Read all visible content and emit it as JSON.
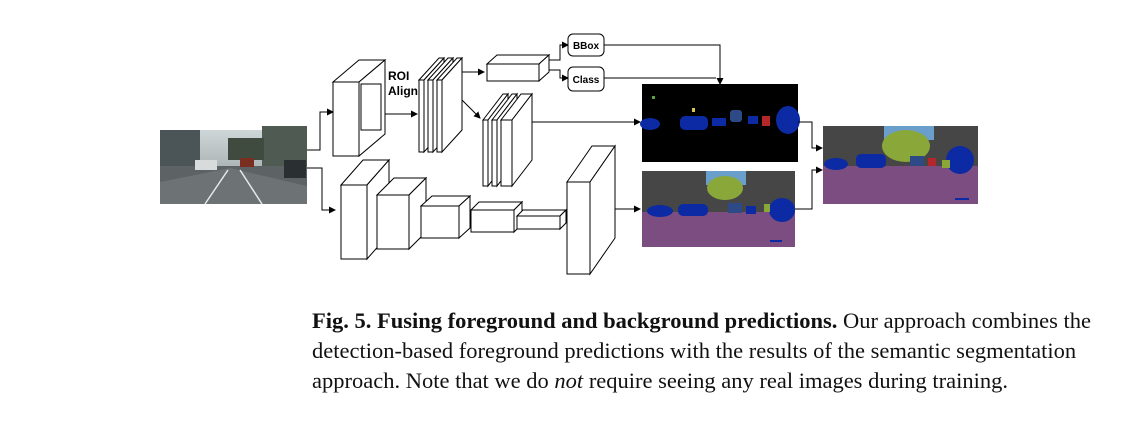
{
  "figure": {
    "labels": {
      "roi_line1": "ROI",
      "roi_line2": "Align",
      "bbox": "BBox",
      "class": "Class"
    }
  },
  "caption": {
    "fig_label": "Fig. 5.",
    "title": "Fusing foreground and background predictions.",
    "text_part1": "Our approach combines the detection-based foreground predictions with the results of the semantic segmentation approach. Note that we do",
    "emphasis": "not",
    "text_part2": "require seeing any real images during training."
  }
}
